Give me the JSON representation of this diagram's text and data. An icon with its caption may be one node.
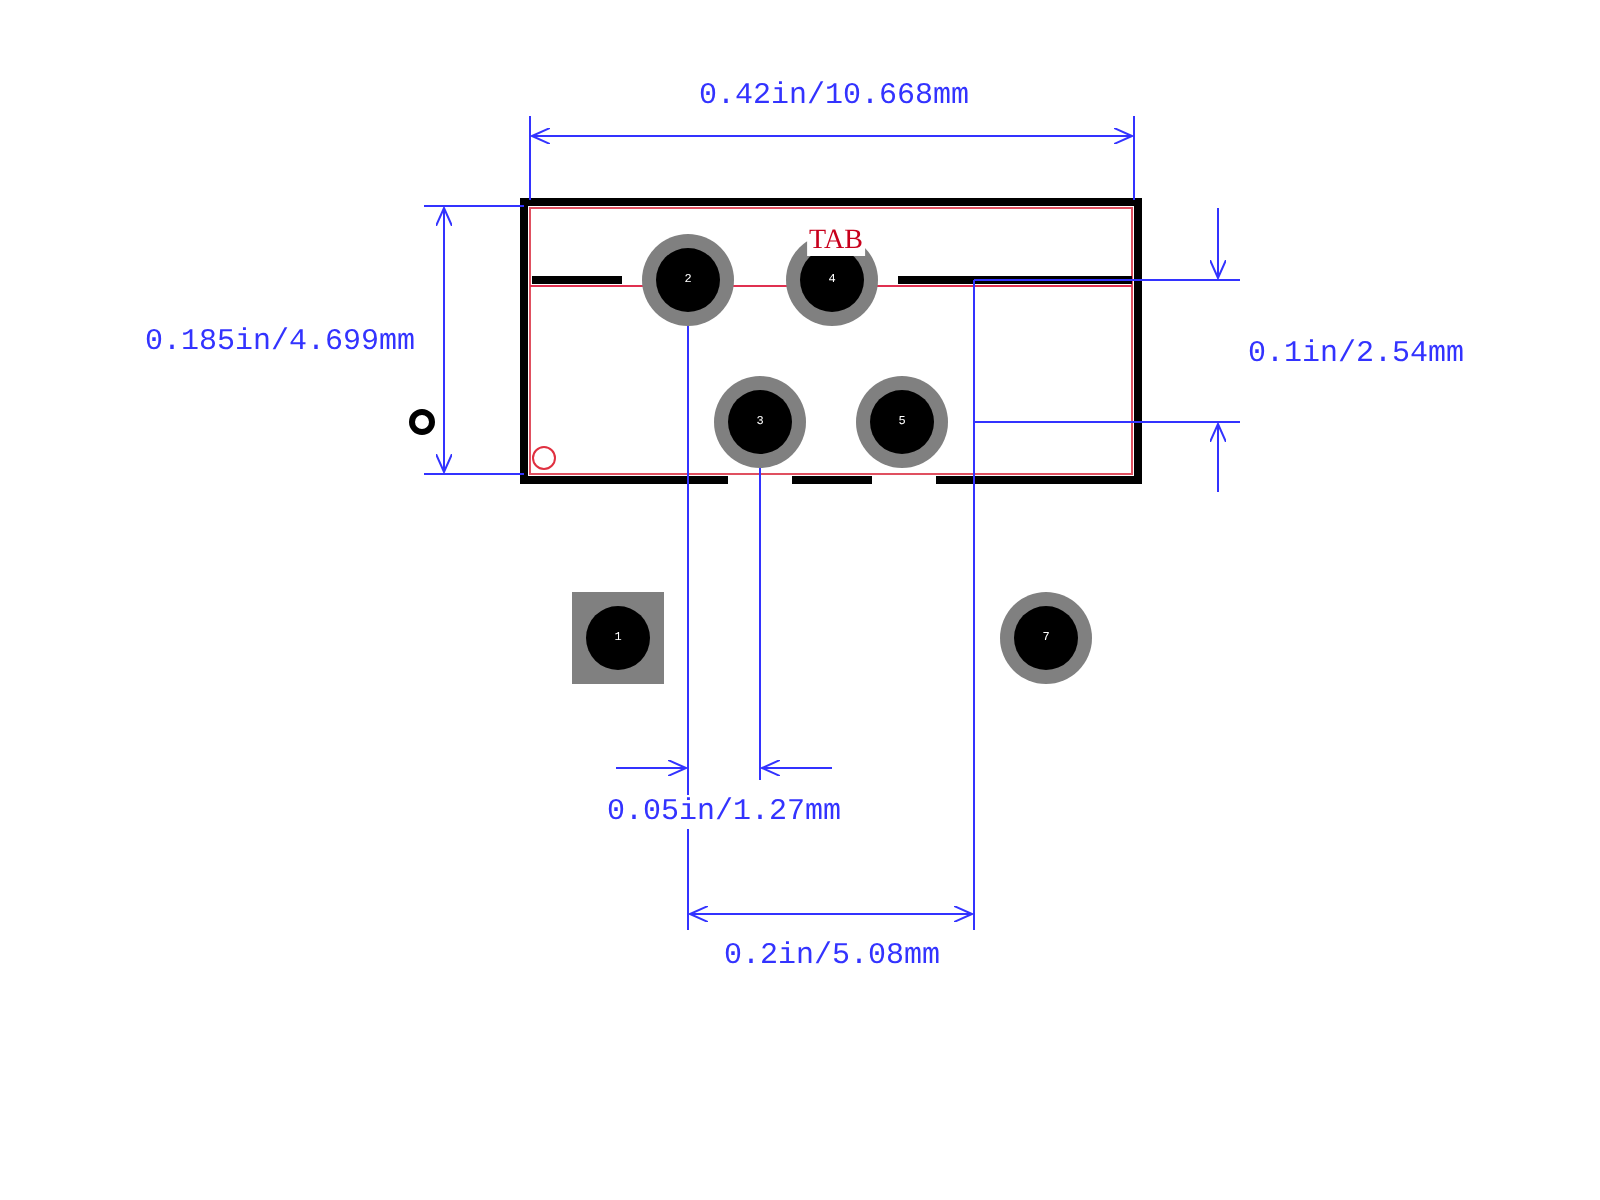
{
  "diagram": {
    "nodes": [
      {
        "text": [
          "2"
        ]
      },
      {
        "text": [
          "4"
        ]
      },
      {
        "text": [
          "3"
        ]
      },
      {
        "text": [
          "5"
        ]
      },
      {
        "text": [
          "1"
        ]
      },
      {
        "text": [
          "7"
        ]
      }
    ],
    "edges": [],
    "labels": [
      "0.42in/10.668mm",
      "TAB",
      "0.185in/4.699mm",
      "0.1in/2.54mm",
      "0.05in/1.27mm",
      "0.2in/5.08mm"
    ]
  }
}
